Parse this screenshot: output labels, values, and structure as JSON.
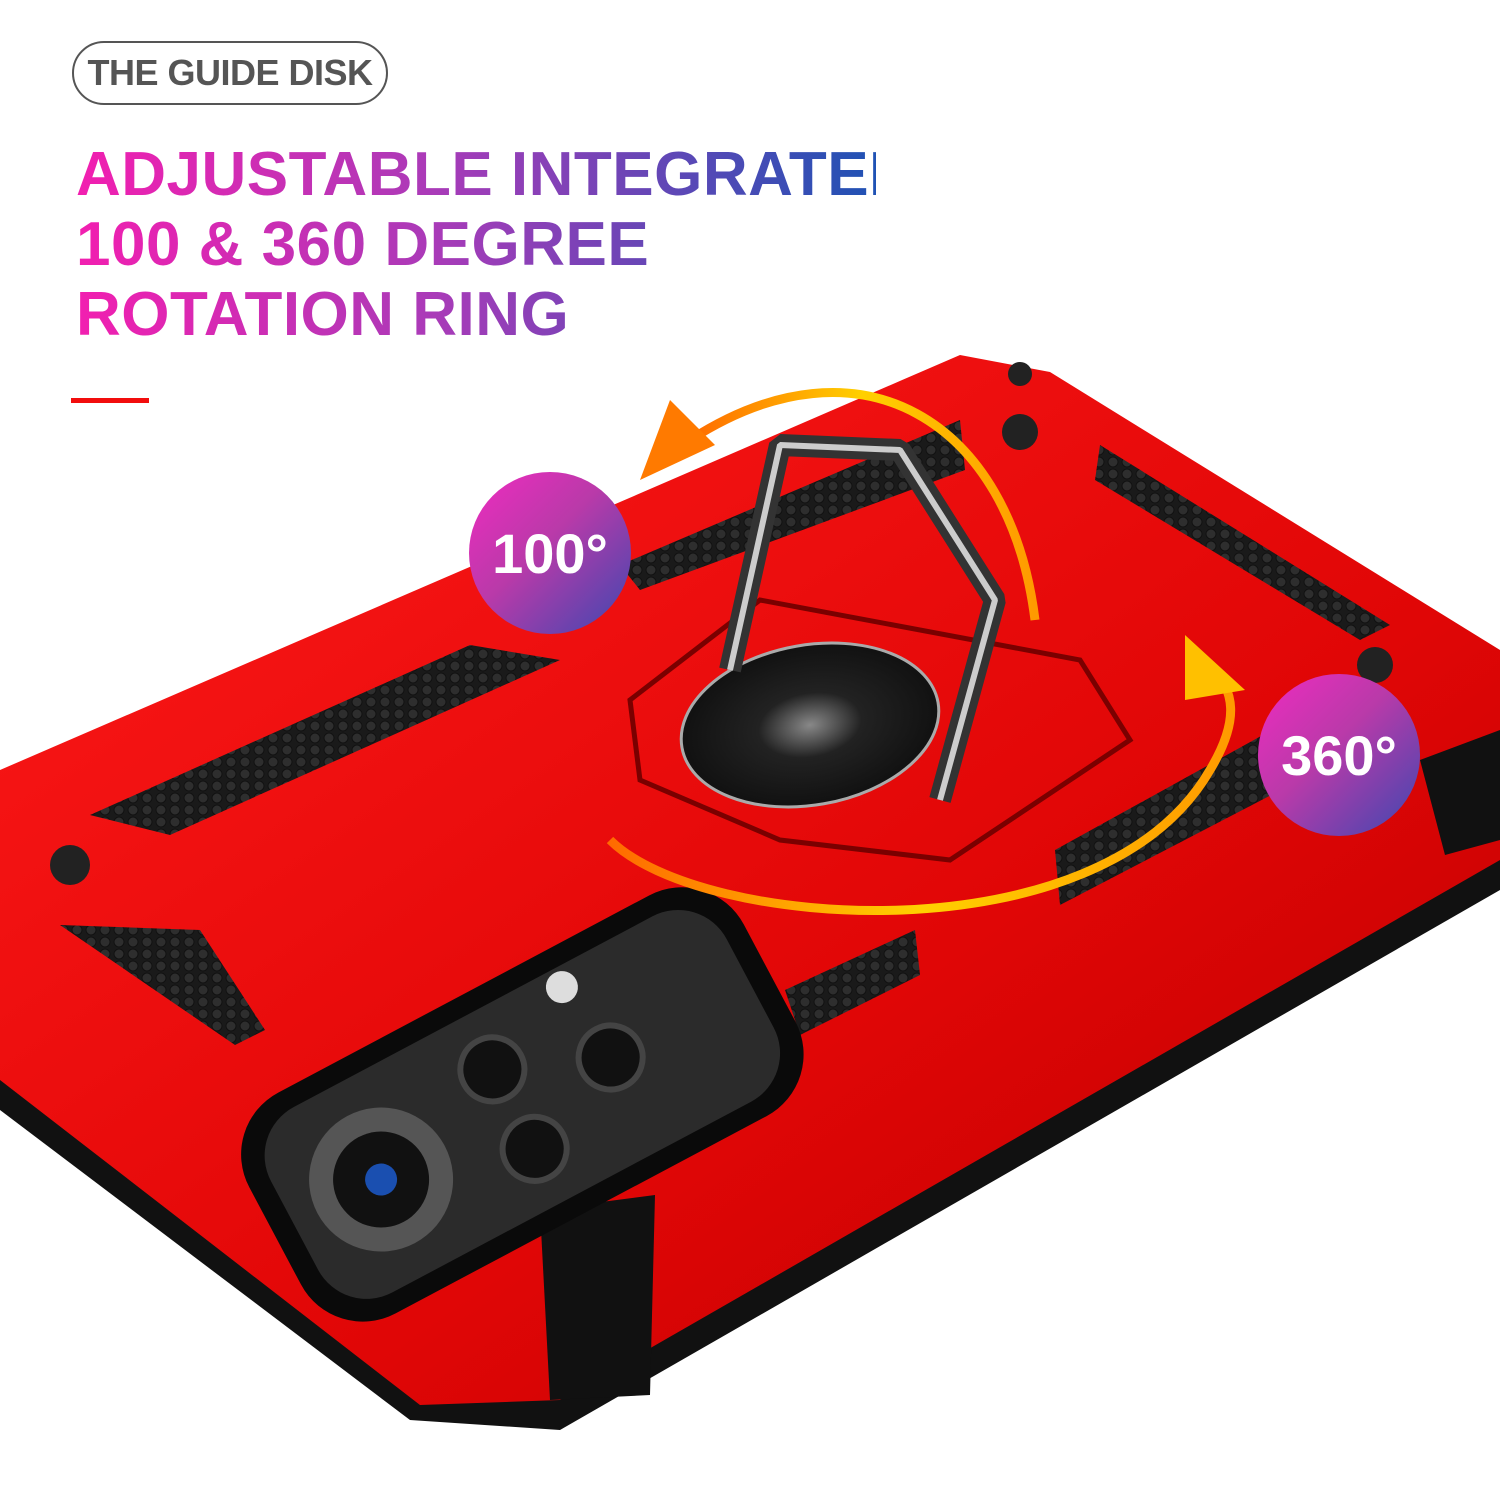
{
  "tag_label": "THE GUIDE DISK",
  "headline": [
    "ADJUSTABLE INTEGRATED",
    "100 & 360 DEGREE",
    "ROTATION RING"
  ],
  "badges": {
    "tilt": "100°",
    "rotation": "360°"
  },
  "colors": {
    "case": "#e80808",
    "accent_line": "#f20d0d",
    "gradient_start": "#f21fb0",
    "gradient_end": "#1f52b4",
    "arrow": "#ffb000"
  }
}
